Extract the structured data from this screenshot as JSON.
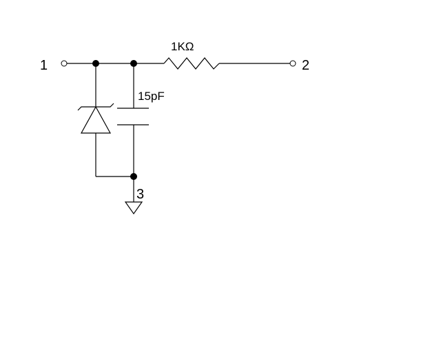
{
  "diagram": {
    "pins": {
      "pin1": "1",
      "pin2": "2",
      "pin3": "3"
    },
    "resistor_value": "1KΩ",
    "capacitor_value": "15pF",
    "colors": {
      "line": "#000000",
      "background": "#ffffff"
    }
  }
}
